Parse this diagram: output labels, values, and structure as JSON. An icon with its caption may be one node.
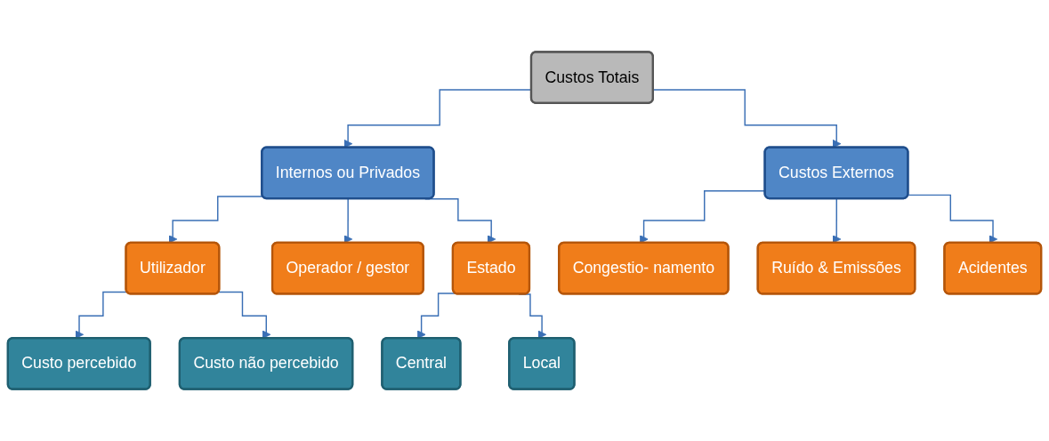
{
  "diagram": {
    "nodes": [
      {
        "text": [
          "Custos Totais"
        ]
      },
      {
        "text": [
          "Internos ou Privados"
        ]
      },
      {
        "text": [
          "Custos Externos"
        ]
      },
      {
        "text": [
          "Utilizador"
        ]
      },
      {
        "text": [
          "Operador / gestor"
        ]
      },
      {
        "text": [
          "Estado"
        ]
      },
      {
        "text": [
          "Congestio- namento"
        ]
      },
      {
        "text": [
          "Ruído & Emissões"
        ]
      },
      {
        "text": [
          "Acidentes"
        ]
      },
      {
        "text": [
          "Custo percebido"
        ]
      },
      {
        "text": [
          "Custo não percebido"
        ]
      },
      {
        "text": [
          "Central"
        ]
      },
      {
        "text": [
          "Local"
        ]
      }
    ],
    "edges": [
      {
        "from": 0,
        "to": 1,
        "arrow": "to"
      },
      {
        "from": 0,
        "to": 2,
        "arrow": "to"
      },
      {
        "from": 1,
        "to": 3,
        "arrow": "to"
      },
      {
        "from": 1,
        "to": 4,
        "arrow": "to"
      },
      {
        "from": 1,
        "to": 5,
        "arrow": "to"
      },
      {
        "from": 2,
        "to": 6,
        "arrow": "to"
      },
      {
        "from": 2,
        "to": 7,
        "arrow": "to"
      },
      {
        "from": 2,
        "to": 8,
        "arrow": "to"
      },
      {
        "from": 3,
        "to": 9,
        "arrow": "to"
      },
      {
        "from": 3,
        "to": 10,
        "arrow": "to"
      },
      {
        "from": 5,
        "to": 11,
        "arrow": "to"
      },
      {
        "from": 5,
        "to": 12,
        "arrow": "to"
      }
    ]
  }
}
